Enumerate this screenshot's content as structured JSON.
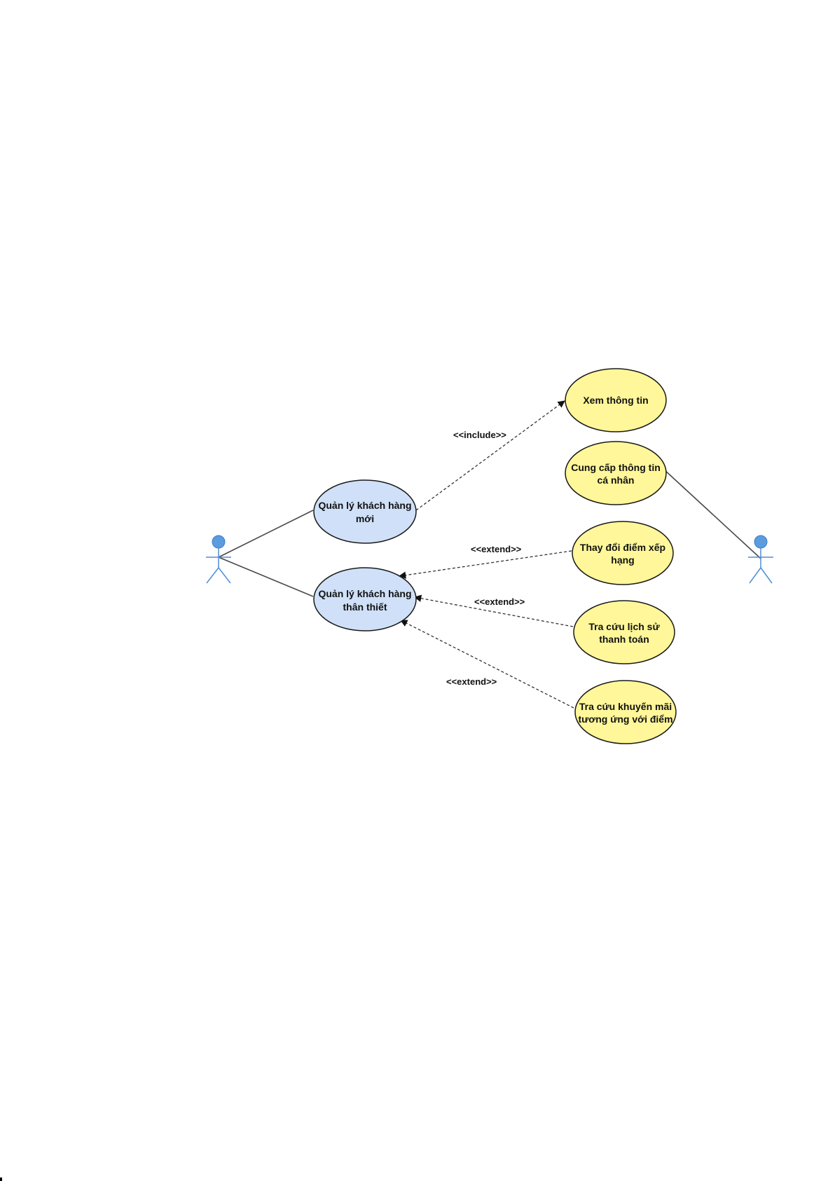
{
  "colors": {
    "primary_usecase_fill": "#cfe0f8",
    "secondary_usecase_fill": "#fff799",
    "usecase_stroke": "#1a1a1a",
    "actor_head": "#5b9bde",
    "actor_stroke": "#4d8fd8"
  },
  "use_cases": [
    {
      "id": "uc1",
      "lines": [
        "Quản lý khách hàng",
        "mới"
      ]
    },
    {
      "id": "uc2",
      "lines": [
        "Quản lý khách hàng",
        "thân thiết"
      ]
    },
    {
      "id": "uc3",
      "lines": [
        "Xem thông tin"
      ]
    },
    {
      "id": "uc4",
      "lines": [
        "Cung cấp thông tin",
        "cá nhân"
      ]
    },
    {
      "id": "uc5",
      "lines": [
        "Thay đổi điểm xếp",
        "hạng"
      ]
    },
    {
      "id": "uc6",
      "lines": [
        "Tra cứu lịch sử",
        "thanh toán"
      ]
    },
    {
      "id": "uc7",
      "lines": [
        "Tra cứu khuyến mãi",
        "tương ứng với điểm"
      ]
    }
  ],
  "relations": {
    "include_label": "<<include>>",
    "extend_label_1": "<<extend>>",
    "extend_label_2": "<<extend>>",
    "extend_label_3": "<<extend>>"
  }
}
